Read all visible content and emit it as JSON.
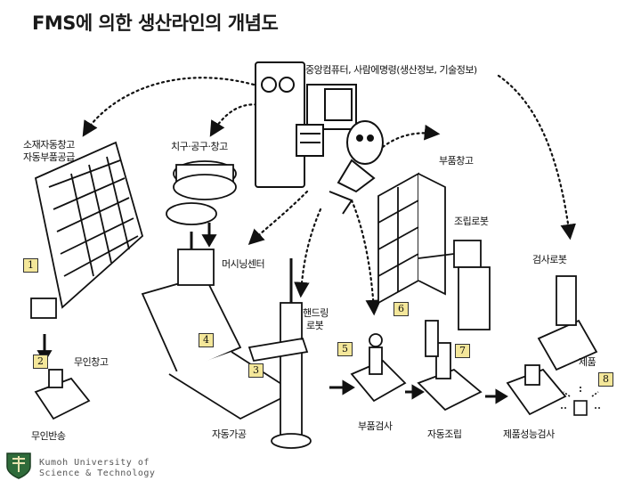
{
  "title": "FMS에 의한 생산라인의 개념도",
  "labels": {
    "central": "중앙컴퓨터, 사람에명령(생산정보, 기술정보)",
    "material_line1": "소재자동창고",
    "material_line2": "자동부품공급",
    "tool_store": "치구·공구·창고",
    "parts_store": "부품창고",
    "assembly_robot": "조립로봇",
    "machining_center": "머시닝센터",
    "handling_robot_line1": "핸드링",
    "handling_robot_line2": "로봇",
    "inspection_robot": "검사로봇",
    "unmanned_store": "무인창고",
    "unmanned_transport": "무인반송",
    "auto_machining": "자동가공",
    "parts_inspection": "부품검사",
    "auto_assembly": "자동조립",
    "product_performance": "제품성능검사",
    "product": "제품"
  },
  "numbers": [
    "1",
    "2",
    "3",
    "4",
    "5",
    "6",
    "7",
    "8"
  ],
  "footer": {
    "line1": "Kumoh University of",
    "line2": "Science & Technology"
  },
  "colors": {
    "number_box": "#f4e79a",
    "ink": "#111111"
  }
}
